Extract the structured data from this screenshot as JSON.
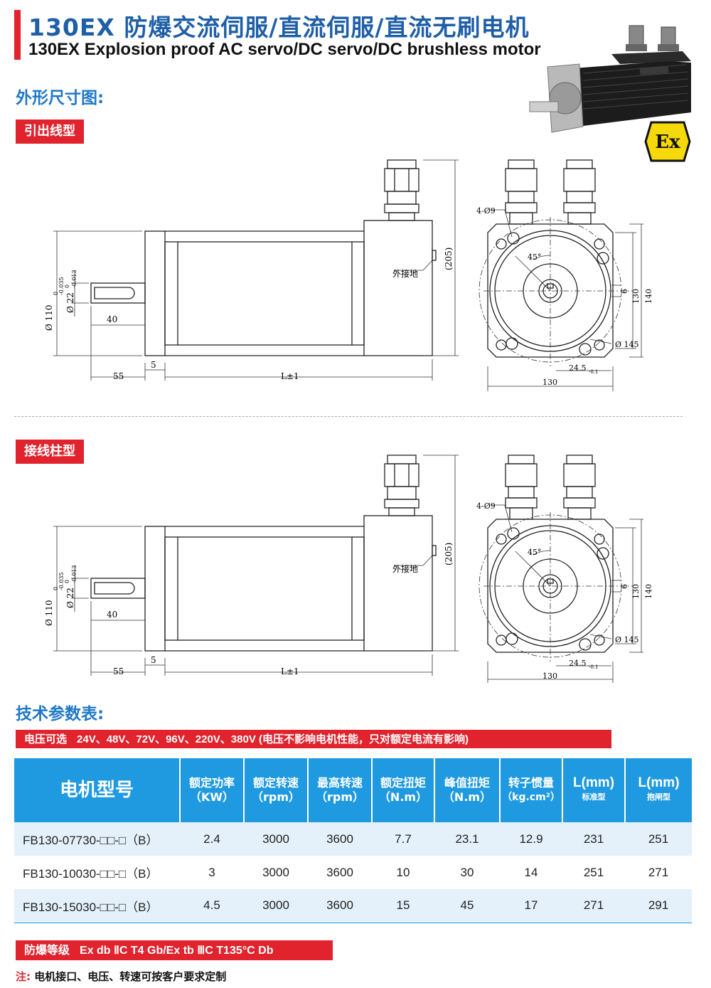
{
  "header": {
    "title_cn": "130EX 防爆交流伺服/直流伺服/直流无刷电机",
    "title_en": "130EX Explosion proof AC servo/DC servo/DC brushless motor"
  },
  "sections": {
    "dimensions": "外形尺寸图:",
    "lead_wire_type": "引出线型",
    "terminal_type": "接线柱型",
    "tech_params": "技术参数表:"
  },
  "drawing": {
    "shaft_dia": "Ø 110",
    "shaft_dia_tol_top": "0",
    "shaft_dia_tol_bot": "-0.035",
    "shaft_22": "Ø 22",
    "shaft_22_tol_top": "0",
    "shaft_22_tol_bot": "-0.013",
    "dim_40": "40",
    "dim_55": "55",
    "dim_5": "5",
    "dim_L": "L±1",
    "dim_205": "(205)",
    "ground": "外接地",
    "holes": "4-Ø9",
    "angle": "45°",
    "dim_6": "6",
    "dim_130v": "130",
    "dim_140": "140",
    "dim_145": "Ø 145",
    "dim_24_5": "24.5",
    "dim_24_5_tol": "-0.1",
    "dim_130h": "130"
  },
  "ex_badge": "Ex",
  "voltage": {
    "label": "电压可选",
    "value": "24V、48V、72V、96V、220V、380V (电压不影响电机性能，只对额定电流有影响)"
  },
  "table": {
    "headers": [
      {
        "l1": "电机型号"
      },
      {
        "l1": "额定功率",
        "l2": "（KW）"
      },
      {
        "l1": "额定转速",
        "l2": "（rpm）"
      },
      {
        "l1": "最高转速",
        "l2": "（rpm）"
      },
      {
        "l1": "额定扭矩",
        "l2": "（N.m）"
      },
      {
        "l1": "峰值扭矩",
        "l2": "（N.m）"
      },
      {
        "l1": "转子惯量",
        "l2": "（kg.cm²）"
      },
      {
        "l1": "L(mm)",
        "l2": "标准型"
      },
      {
        "l1": "L(mm)",
        "l2": "抱闸型"
      }
    ],
    "rows": [
      [
        "FB130-07730-□□-□（B）",
        "2.4",
        "3000",
        "3600",
        "7.7",
        "23.1",
        "12.9",
        "231",
        "251"
      ],
      [
        "FB130-10030-□□-□（B）",
        "3",
        "3000",
        "3600",
        "10",
        "30",
        "14",
        "251",
        "271"
      ],
      [
        "FB130-15030-□□-□（B）",
        "4.5",
        "3000",
        "3600",
        "15",
        "45",
        "17",
        "271",
        "291"
      ]
    ]
  },
  "explosion_grade": {
    "label": "防爆等级",
    "value": "Ex db ⅡC T4 Gb/Ex tb ⅢC T135°C Db"
  },
  "note": {
    "prefix": "注:",
    "text": "电机接口、电压、转速可按客户要求定制"
  },
  "colors": {
    "brand_blue": "#1f5fa8",
    "accent_red": "#e0232d",
    "table_blue": "#1f9ae0",
    "row_shade": "#e4f1fb",
    "ex_yellow": "#f5d90a"
  }
}
